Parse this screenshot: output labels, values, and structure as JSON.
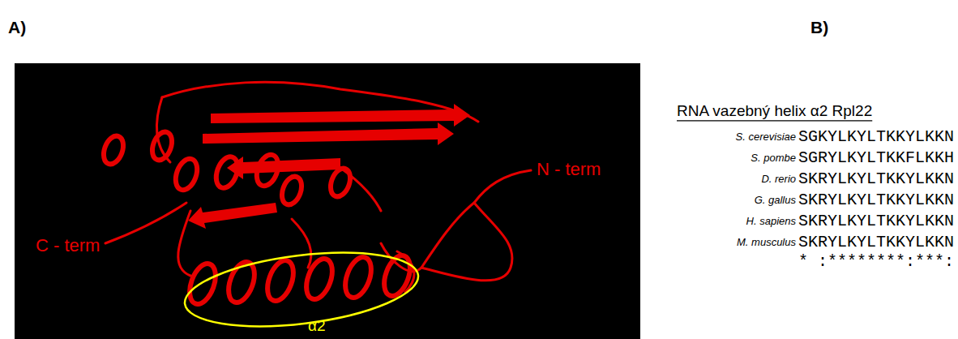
{
  "diagram": {
    "labels": [
      "A)",
      "B)",
      "N - term",
      "C - term",
      "α2",
      "RNA vazebný helix α2 Rpl22",
      "S. cerevisiae",
      "SGKYLKYLTKKYLKKN",
      "S. pombe",
      "SGRYLKYLTKKFLKKH",
      "D. rerio",
      "SKRYLKYLTKKYLKKN",
      "G. gallus",
      "SKRYLKYLTKKYLKKN",
      "H. sapiens",
      "SKRYLKYLTKKYLKKN",
      "M. musculus",
      "SKRYLKYLTKKYLKKN",
      "* :********:***:"
    ]
  }
}
